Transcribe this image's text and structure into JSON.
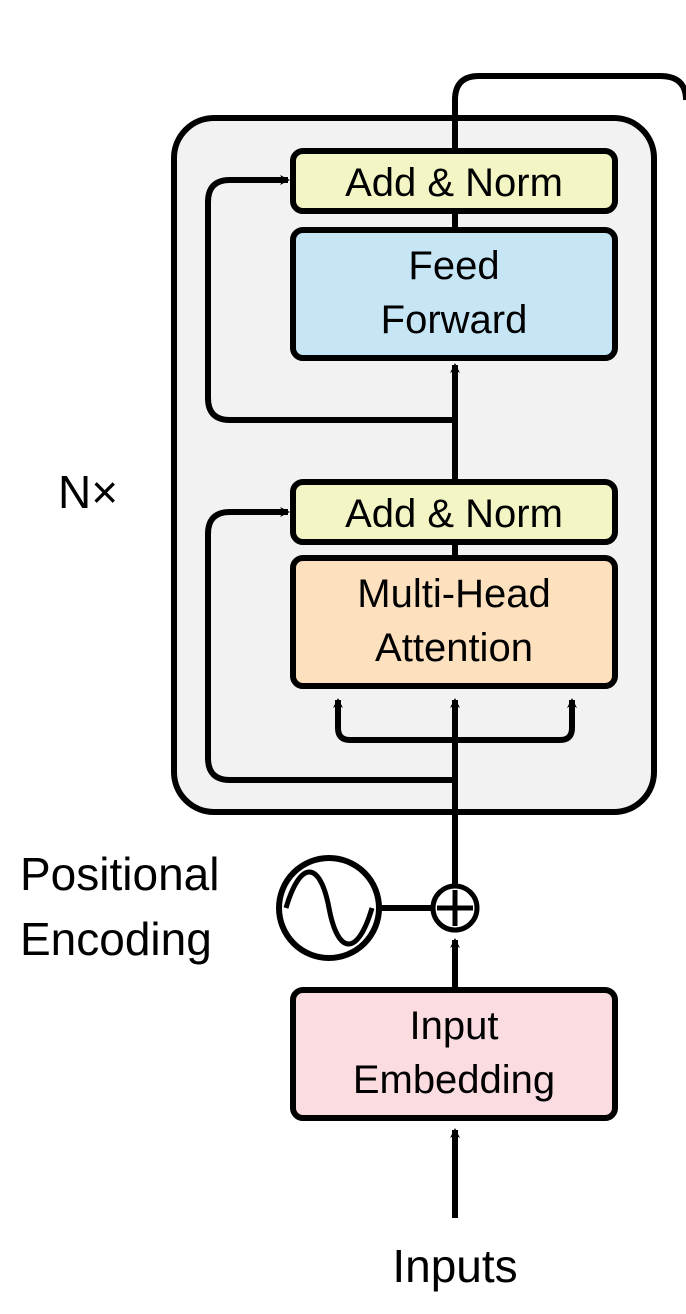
{
  "diagram": {
    "repeat_label": "N×",
    "positional_label": [
      "Positional",
      "Encoding"
    ],
    "inputs_label": "Inputs",
    "blocks": {
      "add_norm_top": {
        "text": [
          "Add & Norm"
        ],
        "fill": "#f3f6c4"
      },
      "feed_forward": {
        "text": [
          "Feed",
          "Forward"
        ],
        "fill": "#c6e6f6"
      },
      "add_norm_bottom": {
        "text": [
          "Add & Norm"
        ],
        "fill": "#f3f6c4"
      },
      "attention": {
        "text": [
          "Multi-Head",
          "Attention"
        ],
        "fill": "#fde0bd"
      },
      "embedding": {
        "text": [
          "Input",
          "Embedding"
        ],
        "fill": "#fbdde1"
      }
    },
    "layer_background": "#f2f2f2",
    "stroke": "#000000"
  }
}
